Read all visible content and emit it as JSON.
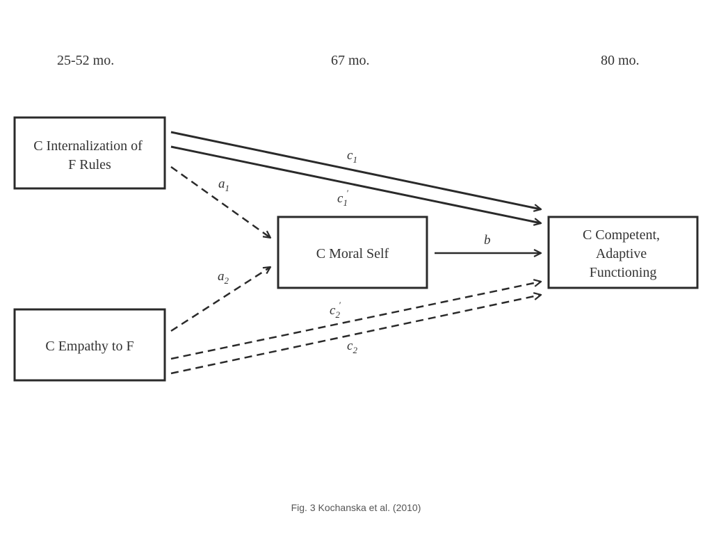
{
  "timepoints": [
    "25-52 mo.",
    "67 mo.",
    "80 mo."
  ],
  "boxes": {
    "internalization": [
      "C Internalization of",
      "F Rules"
    ],
    "empathy": [
      "C Empathy to F"
    ],
    "moral_self": [
      "C Moral Self"
    ],
    "competent": [
      "C Competent,",
      "Adaptive",
      "Functioning"
    ]
  },
  "paths": {
    "c1": {
      "main": "c",
      "sub": "1",
      "prime": ""
    },
    "c1_prime": {
      "main": "c",
      "sub": "1",
      "prime": "′"
    },
    "a1": {
      "main": "a",
      "sub": "1",
      "prime": ""
    },
    "a2": {
      "main": "a",
      "sub": "2",
      "prime": ""
    },
    "b": {
      "main": "b",
      "sub": "",
      "prime": ""
    },
    "c2_prime": {
      "main": "c",
      "sub": "2",
      "prime": "′"
    },
    "c2": {
      "main": "c",
      "sub": "2",
      "prime": ""
    }
  },
  "caption": "Fig. 3 Kochanska et al. (2010)"
}
